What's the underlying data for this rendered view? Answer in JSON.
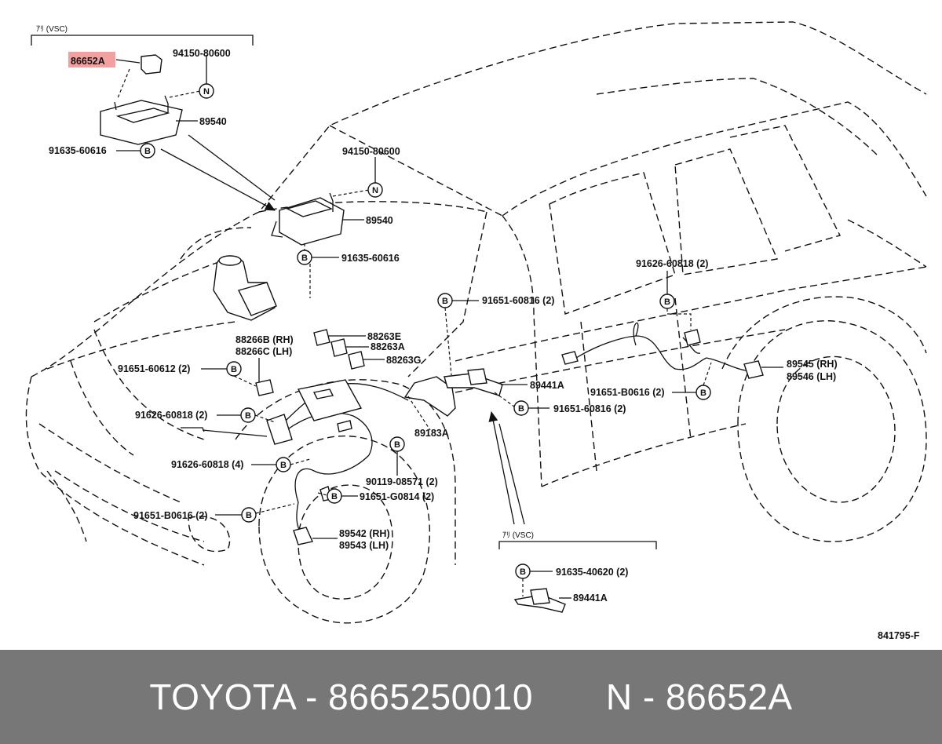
{
  "diagram": {
    "group_top_title": "ｱﾘ (VSC)",
    "group_bottom_title": "ｱﾘ (VSC)",
    "drawing_number": "841795-F",
    "highlighted_part": "86652A",
    "labels": {
      "l_86652a": "86652A",
      "l_94150_top": "94150-80600",
      "l_89540_top": "89540",
      "l_91635_top": "91635-60616",
      "l_94150_mid": "94150-80600",
      "l_89540_mid": "89540",
      "l_91635_mid": "91635-60616",
      "l_91651_816_a": "91651-60816 (2)",
      "l_91626_818_r": "91626-60818 (2)",
      "l_88263e": "88263E",
      "l_88263a": "88263A",
      "l_88263g": "88263G",
      "l_88266b": "88266B (RH)",
      "l_88266c": "88266C (LH)",
      "l_91651_612": "91651-60612 (2)",
      "l_91626_818_l": "91626-60818 (2)",
      "l_91626_818_4": "91626-60818 (4)",
      "l_89441a_mid": "89441A",
      "l_89183a": "89183A",
      "l_91651_816_b": "91651-60816 (2)",
      "l_91651_b616_r": "91651-B0616 (2)",
      "l_89545": "89545 (RH)",
      "l_89546": "89546 (LH)",
      "l_90119": "90119-08571 (2)",
      "l_91651_g814": "91651-G0814 (2)",
      "l_91651_b616_l": "91651-B0616 (2)",
      "l_89542": "89542 (RH)",
      "l_89543": "89543 (LH)",
      "l_91635_406": "91635-40620 (2)",
      "l_89441a_bot": "89441A"
    },
    "symbols": {
      "n": "N",
      "b": "B"
    }
  },
  "footer": {
    "text": "TOYOTA - 8665250010       N - 86652A"
  }
}
